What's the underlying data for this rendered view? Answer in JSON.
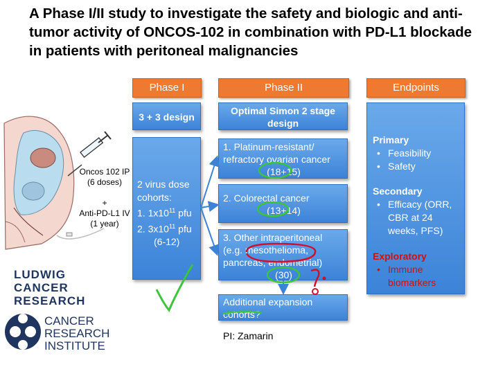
{
  "title": "A Phase I/II study to investigate the safety and biologic and anti-tumor activity of ONCOS-102 in combination with PD-L1 blockade in patients with peritoneal malignancies",
  "headers": {
    "phase1": "Phase I",
    "phase2": "Phase II",
    "endpoints": "Endpoints"
  },
  "phase1": {
    "design": "3 + 3 design",
    "cohorts_title": "2  virus dose cohorts:",
    "dose1_prefix": "1. 1x10",
    "dose1_sup": "11",
    "dose1_suffix": " pfu",
    "dose2_prefix": "2. 3x10",
    "dose2_sup": "11",
    "dose2_suffix": " pfu",
    "n": "(6-12)"
  },
  "phase2": {
    "design": "Optimal Simon 2 stage design",
    "cohort1": {
      "label": "1. Platinum-resistant/ refractory ovarian cancer",
      "n": "(18+15)"
    },
    "cohort2": {
      "label": "2. Colorectal cancer",
      "n": "(13+14)"
    },
    "cohort3": {
      "label_pre": "3. Other intraperitoneal (e.g. ",
      "label_hl": "mesothelioma",
      "label_post": ", pancreas, endometrial)",
      "n": "(30)"
    },
    "expansion": "Additional expansion cohorts?"
  },
  "endpoints": {
    "primary_title": "Primary",
    "primary_items": [
      "Feasibility",
      "Safety"
    ],
    "secondary_title": "Secondary",
    "secondary_items": [
      "Efficacy (ORR, CBR at 24 weeks, PFS)"
    ],
    "exploratory_title": "Exploratory",
    "exploratory_items": [
      "Immune biomarkers"
    ]
  },
  "treatment": {
    "drug1": "Oncos 102 IP",
    "drug1_doses": "(6 doses)",
    "plus": "+",
    "drug2": "Anti-PD-L1 IV",
    "drug2_duration": "(1 year)"
  },
  "pi": "PI: Zamarin",
  "logos": {
    "ludwig": [
      "LUDWIG",
      "CANCER",
      "RESEARCH"
    ],
    "cri": [
      "CANCER",
      "RESEARCH",
      "INSTITUTE"
    ]
  },
  "colors": {
    "orange": "#ee7a32",
    "blue": "#3c83d8",
    "annotation_green": "#3cc43c",
    "annotation_red": "#d0102a"
  }
}
